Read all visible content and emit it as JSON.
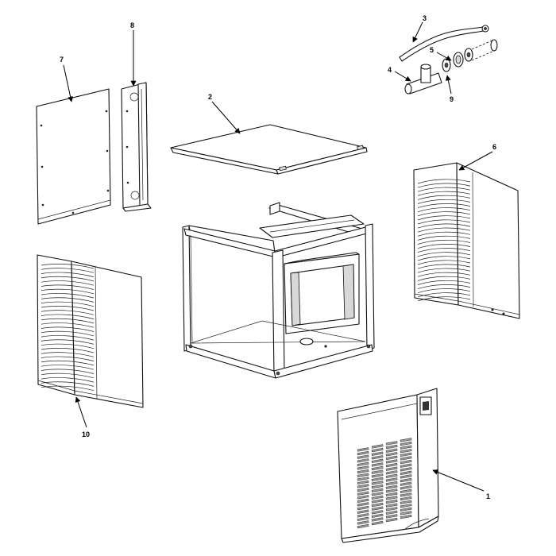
{
  "callouts": [
    "1",
    "2",
    "3",
    "4",
    "5",
    "6",
    "7",
    "8",
    "9",
    "10"
  ],
  "colors": {
    "line": "#111111",
    "background": "#ffffff",
    "fill": "#d8d8d8"
  }
}
